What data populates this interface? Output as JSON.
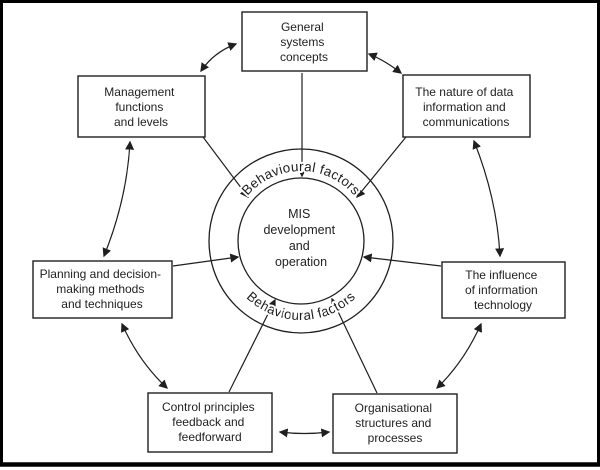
{
  "diagram": {
    "title_hidden": "",
    "center": {
      "lines": [
        "MIS",
        "development",
        "and",
        "operation"
      ]
    },
    "ring_label_top": "Behavioural factors",
    "ring_label_bottom": "Behavioural factors",
    "boxes": [
      {
        "id": "general-systems-concepts",
        "lines": [
          "General",
          "systems",
          "concepts"
        ]
      },
      {
        "id": "management-functions-levels",
        "lines": [
          "Management",
          "functions",
          "and levels"
        ]
      },
      {
        "id": "nature-of-data",
        "lines": [
          "The nature of data",
          "information and",
          "communications"
        ]
      },
      {
        "id": "planning-decision-making",
        "lines": [
          "Planning and decision-",
          "making methods",
          "and techniques"
        ]
      },
      {
        "id": "influence-of-it",
        "lines": [
          "The influence",
          "of information",
          "technology"
        ]
      },
      {
        "id": "control-principles",
        "lines": [
          "Control principles",
          "feedback and",
          "feedforward"
        ]
      },
      {
        "id": "organisational-structures",
        "lines": [
          "Organisational",
          "structures and",
          "processes"
        ]
      }
    ],
    "colors": {
      "stroke": "#1f1f1f",
      "frame": "#000000",
      "box_fill": "#ffffff",
      "background": "#ffffff"
    }
  }
}
